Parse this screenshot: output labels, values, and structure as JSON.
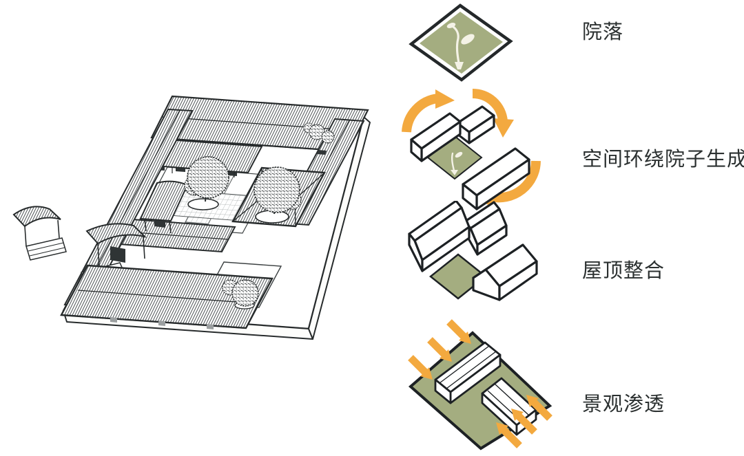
{
  "figure": {
    "stages": [
      {
        "label": "院落",
        "icon": "courtyard-plot-icon"
      },
      {
        "label": "空间环绕院子生成",
        "icon": "massing-around-courtyard-icon"
      },
      {
        "label": "屋顶整合",
        "icon": "roof-integration-icon"
      },
      {
        "label": "景观渗透",
        "icon": "landscape-penetration-icon"
      }
    ]
  },
  "colors": {
    "courtyard_green": "#a4ad80",
    "arrow_orange": "#f3a93f",
    "ink": "#24282a",
    "label_text": "#2b3030",
    "background": "#ffffff",
    "plant_cream": "#f4f2e6"
  }
}
